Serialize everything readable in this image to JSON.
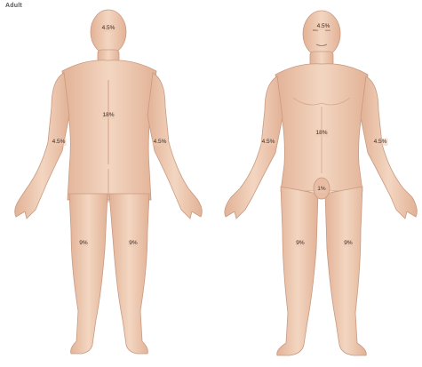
{
  "title": "Adult",
  "back": {
    "head": "4.5%",
    "trunk": "18%",
    "left_arm": "4.5%",
    "right_arm": "4.5%",
    "left_leg": "9%",
    "right_leg": "9%"
  },
  "front": {
    "head": "4.5%",
    "trunk": "18%",
    "left_arm": "4.5%",
    "right_arm": "4.5%",
    "groin": "1%",
    "left_leg": "9%",
    "right_leg": "9%"
  },
  "colors": {
    "skin": "#efcdb4",
    "skin_shadow": "#dca98d",
    "outline": "#c99a82"
  }
}
